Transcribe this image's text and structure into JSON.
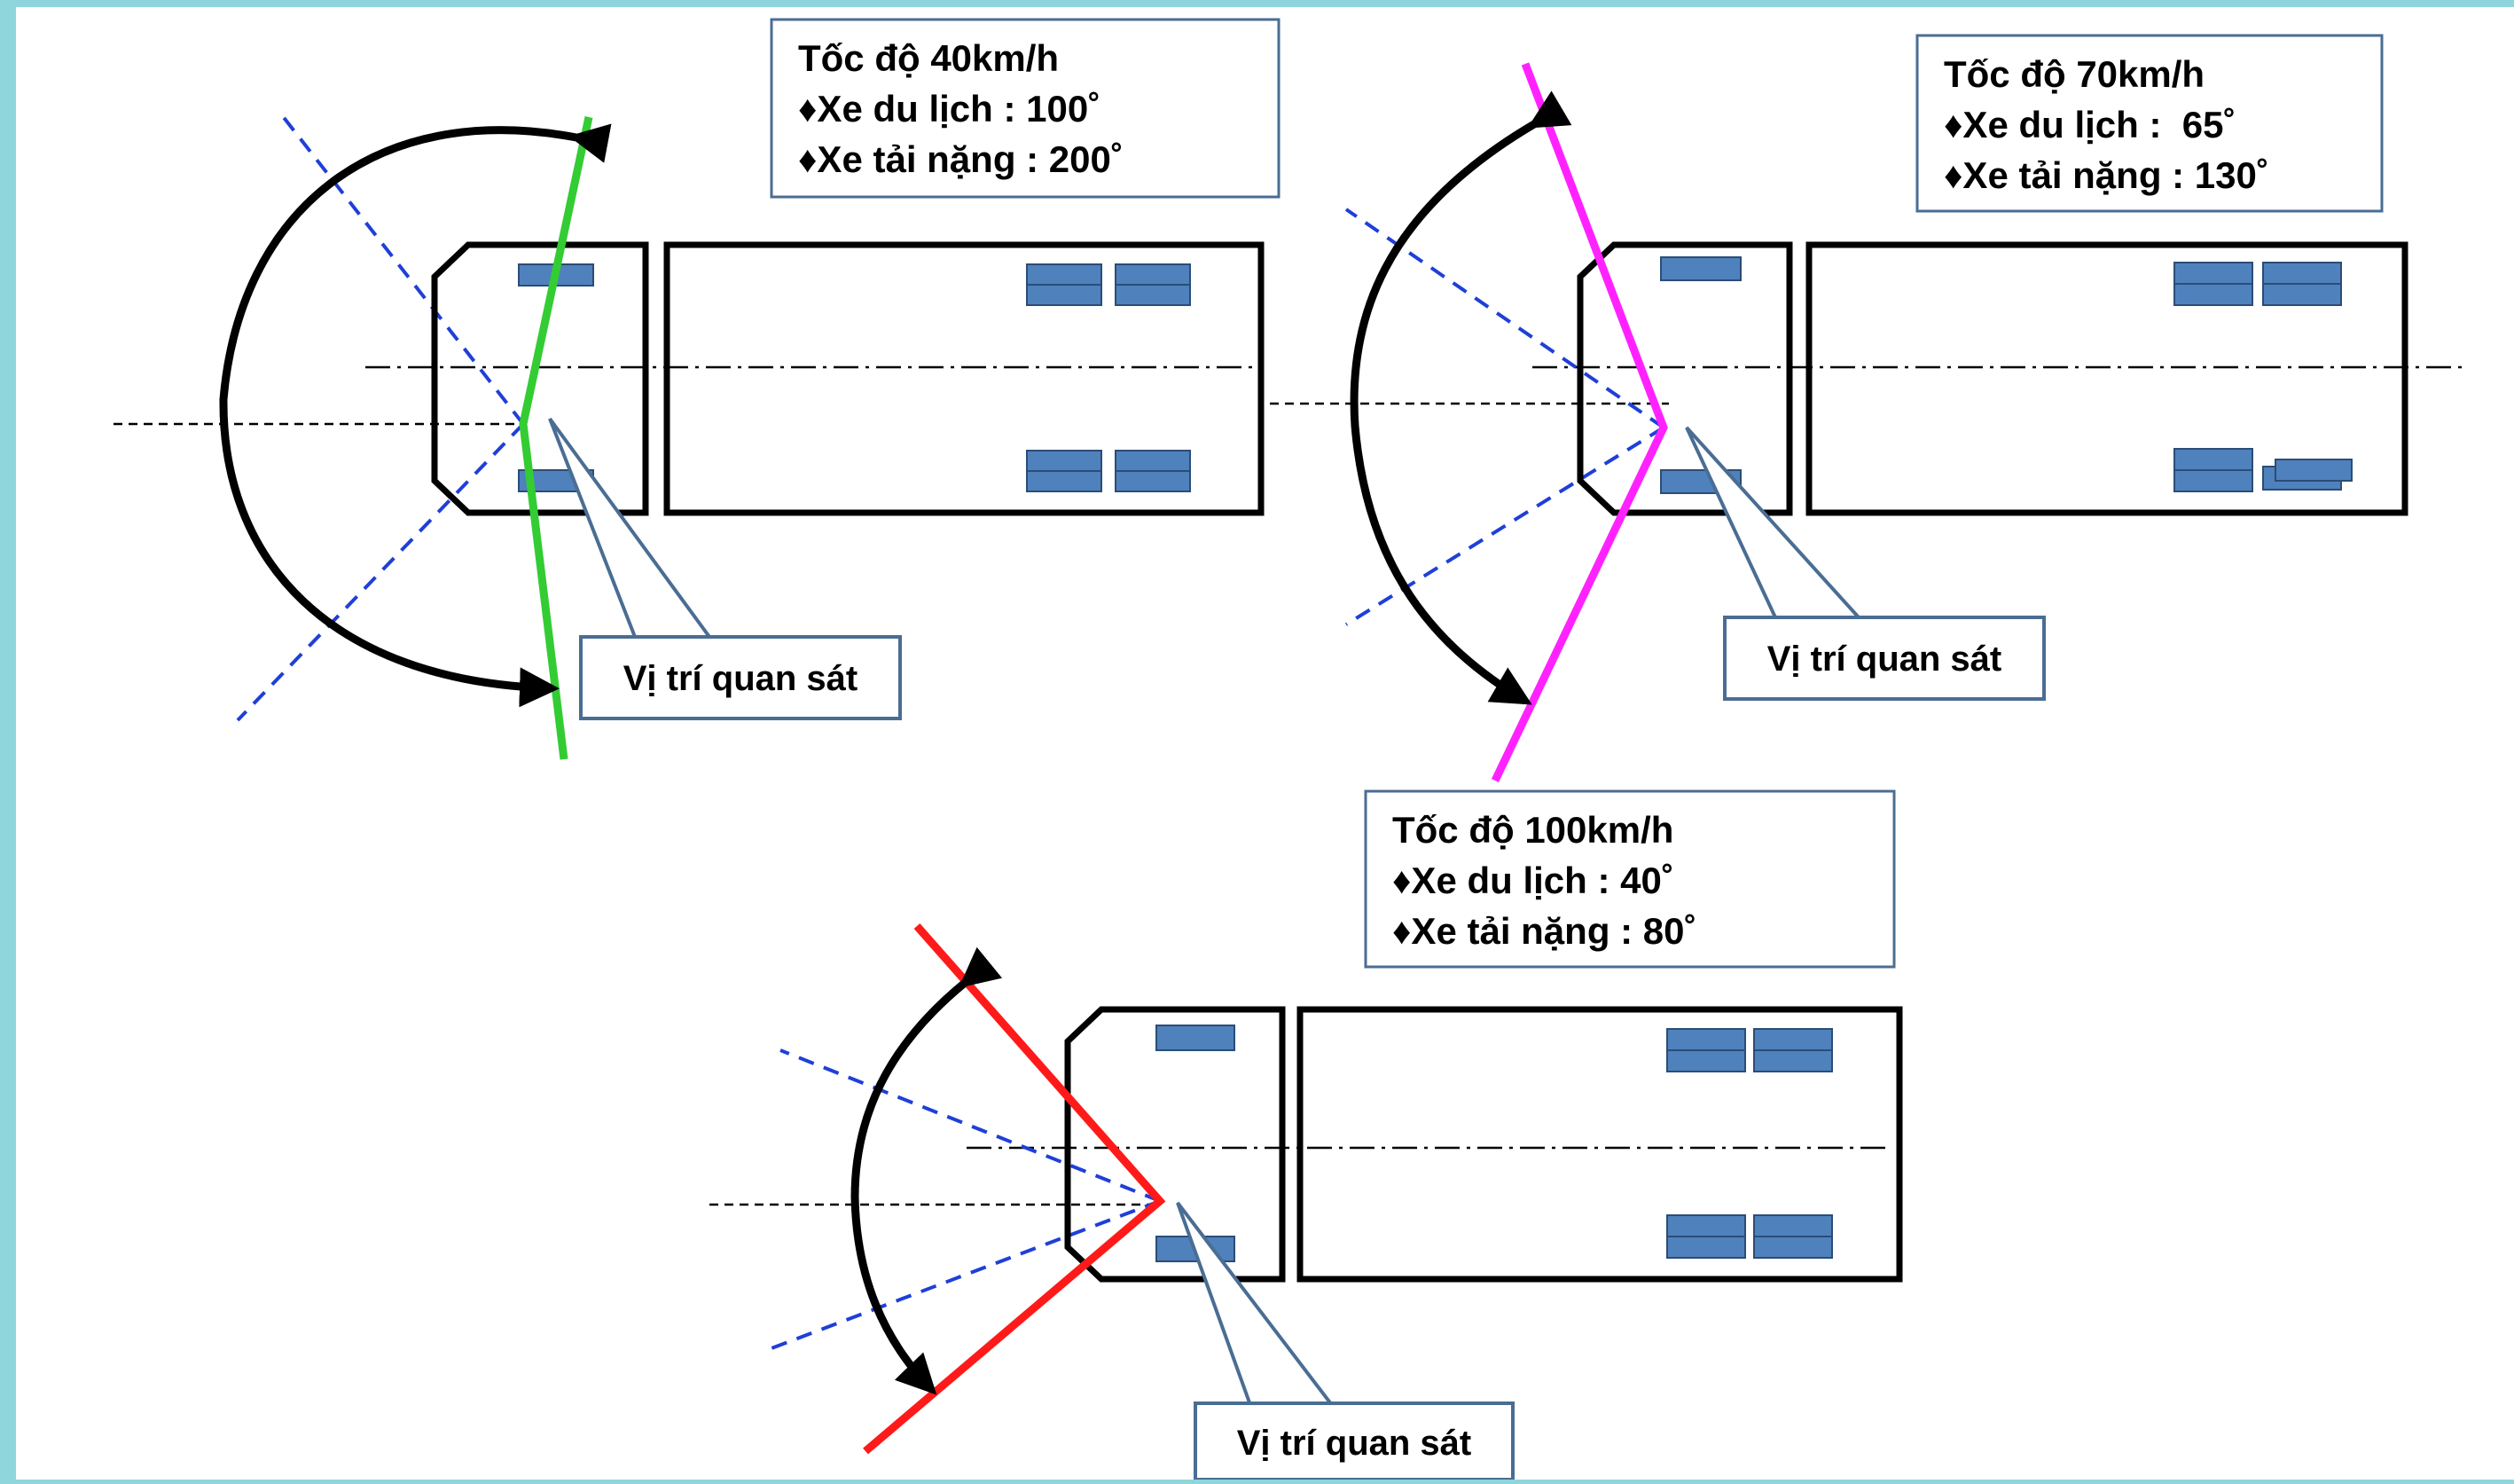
{
  "colors": {
    "frame": "#8fd5dc",
    "background": "#ffffff",
    "vehicle_outline": "#000000",
    "component_fill": "#4f81bd",
    "callout_border": "#4a6d93",
    "sight_line": "#1f3fd8",
    "line_40": "#33cc33",
    "line_70": "#ff22ff",
    "line_100": "#ff1a1a"
  },
  "diagrams": [
    {
      "id": "speed-40",
      "speed_label": "Tốc độ 40km/h",
      "rows": [
        "♦Xe du lịch : 100˚",
        "♦Xe tải nặng : 200˚"
      ],
      "callout_label": "Vị trí quan sát"
    },
    {
      "id": "speed-70",
      "speed_label": "Tốc độ 70km/h",
      "rows": [
        "♦Xe du lịch :  65˚",
        "♦Xe tải nặng : 130˚"
      ],
      "callout_label": "Vị trí quan sát"
    },
    {
      "id": "speed-100",
      "speed_label": "Tốc độ 100km/h",
      "rows": [
        "♦Xe du lịch : 40˚",
        "♦Xe tải nặng : 80˚"
      ],
      "callout_label": "Vị trí quan sát"
    }
  ]
}
